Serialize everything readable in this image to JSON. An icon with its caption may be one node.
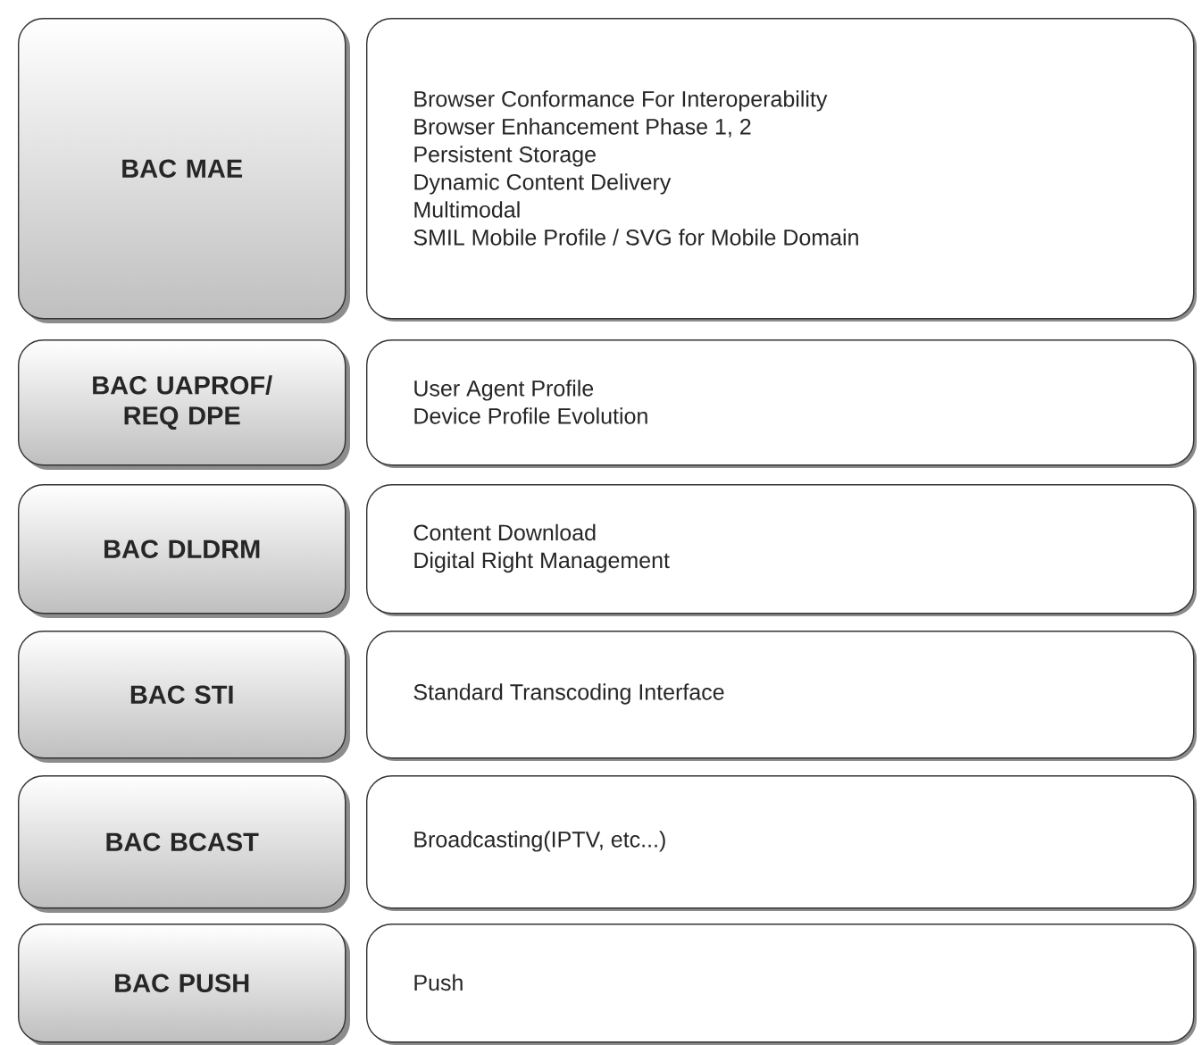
{
  "diagram": {
    "nodes": [
      {
        "text": [
          "BAC MAE"
        ]
      },
      {
        "text": [
          "Browser Conformance For Interoperability",
          "Browser Enhancement Phase 1, 2",
          "Persistent Storage",
          "Dynamic Content Delivery",
          "Multimodal",
          "SMIL Mobile Profile / SVG for Mobile Domain"
        ]
      },
      {
        "text": [
          "BAC UAPROF/ REQ DPE"
        ]
      },
      {
        "text": [
          "User Agent Profile",
          "Device Profile Evolution"
        ]
      },
      {
        "text": [
          "BAC DLDRM"
        ]
      },
      {
        "text": [
          "Content Download",
          "Digital Right Management"
        ]
      },
      {
        "text": [
          "BAC STI"
        ]
      },
      {
        "text": [
          "Standard Transcoding Interface"
        ]
      },
      {
        "text": [
          "BAC BCAST"
        ]
      },
      {
        "text": [
          "Broadcasting(IPTV, etc...)"
        ]
      },
      {
        "text": [
          "BAC PUSH"
        ]
      },
      {
        "text": [
          "Push"
        ]
      }
    ]
  }
}
